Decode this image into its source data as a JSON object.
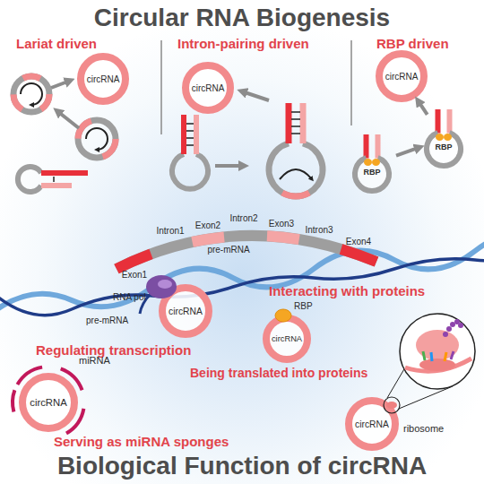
{
  "diagram": {
    "title": "Circular RNA Biogenesis",
    "caption": "Biological Function of circRNA",
    "nodes": [
      {
        "text": [
          "circRNA"
        ]
      },
      {
        "text": [
          "circRNA"
        ]
      },
      {
        "text": [
          "circRNA"
        ]
      },
      {
        "text": [
          "RBP"
        ]
      },
      {
        "text": [
          "RBP"
        ]
      },
      {
        "text": [
          "circRNA"
        ]
      },
      {
        "text": [
          "circRNA"
        ]
      },
      {
        "text": [
          "circRNA"
        ]
      },
      {
        "text": [
          "circRNA"
        ]
      }
    ],
    "edges": [
      {
        "from": 3,
        "to": 4,
        "arrow": "to"
      },
      {
        "from": 4,
        "to": 2,
        "arrow": "to"
      }
    ],
    "labels": [
      "Lariat driven",
      "Intron-pairing driven",
      "RBP driven",
      "Exon1",
      "Intron1",
      "Exon2",
      "Intron2",
      "Exon3",
      "Intron3",
      "Exon4",
      "pre-mRNA",
      "RNA pol",
      "pre-mRNA",
      "Regulating transcription",
      "Interacting with proteins",
      "RBP",
      "miRNA",
      "Serving as miRNA sponges",
      "Being translated into proteins",
      "ribosome"
    ]
  }
}
